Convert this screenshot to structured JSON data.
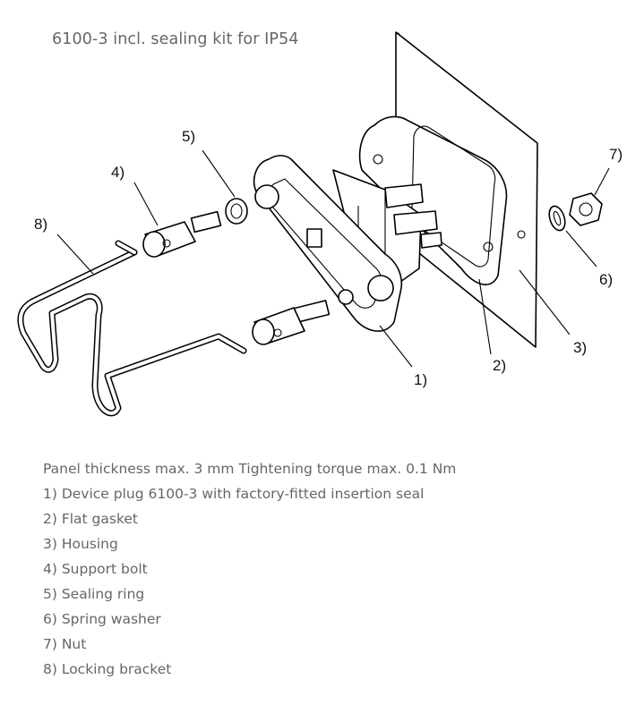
{
  "figure": {
    "title": "6100-3 incl. sealing kit for IP54",
    "callouts": {
      "c1": "1)",
      "c2": "2)",
      "c3": "3)",
      "c4": "4)",
      "c5": "5)",
      "c6": "6)",
      "c7": "7)",
      "c8": "8)"
    }
  },
  "legend": {
    "note": "Panel thickness max. 3 mm Tightening torque max. 0.1 Nm",
    "items": [
      "1) Device plug 6100-3 with factory-fitted insertion seal",
      "2) Flat gasket",
      "3) Housing",
      "4) Support bolt",
      "5) Sealing ring",
      "6) Spring washer",
      "7) Nut",
      "8) Locking bracket"
    ]
  }
}
